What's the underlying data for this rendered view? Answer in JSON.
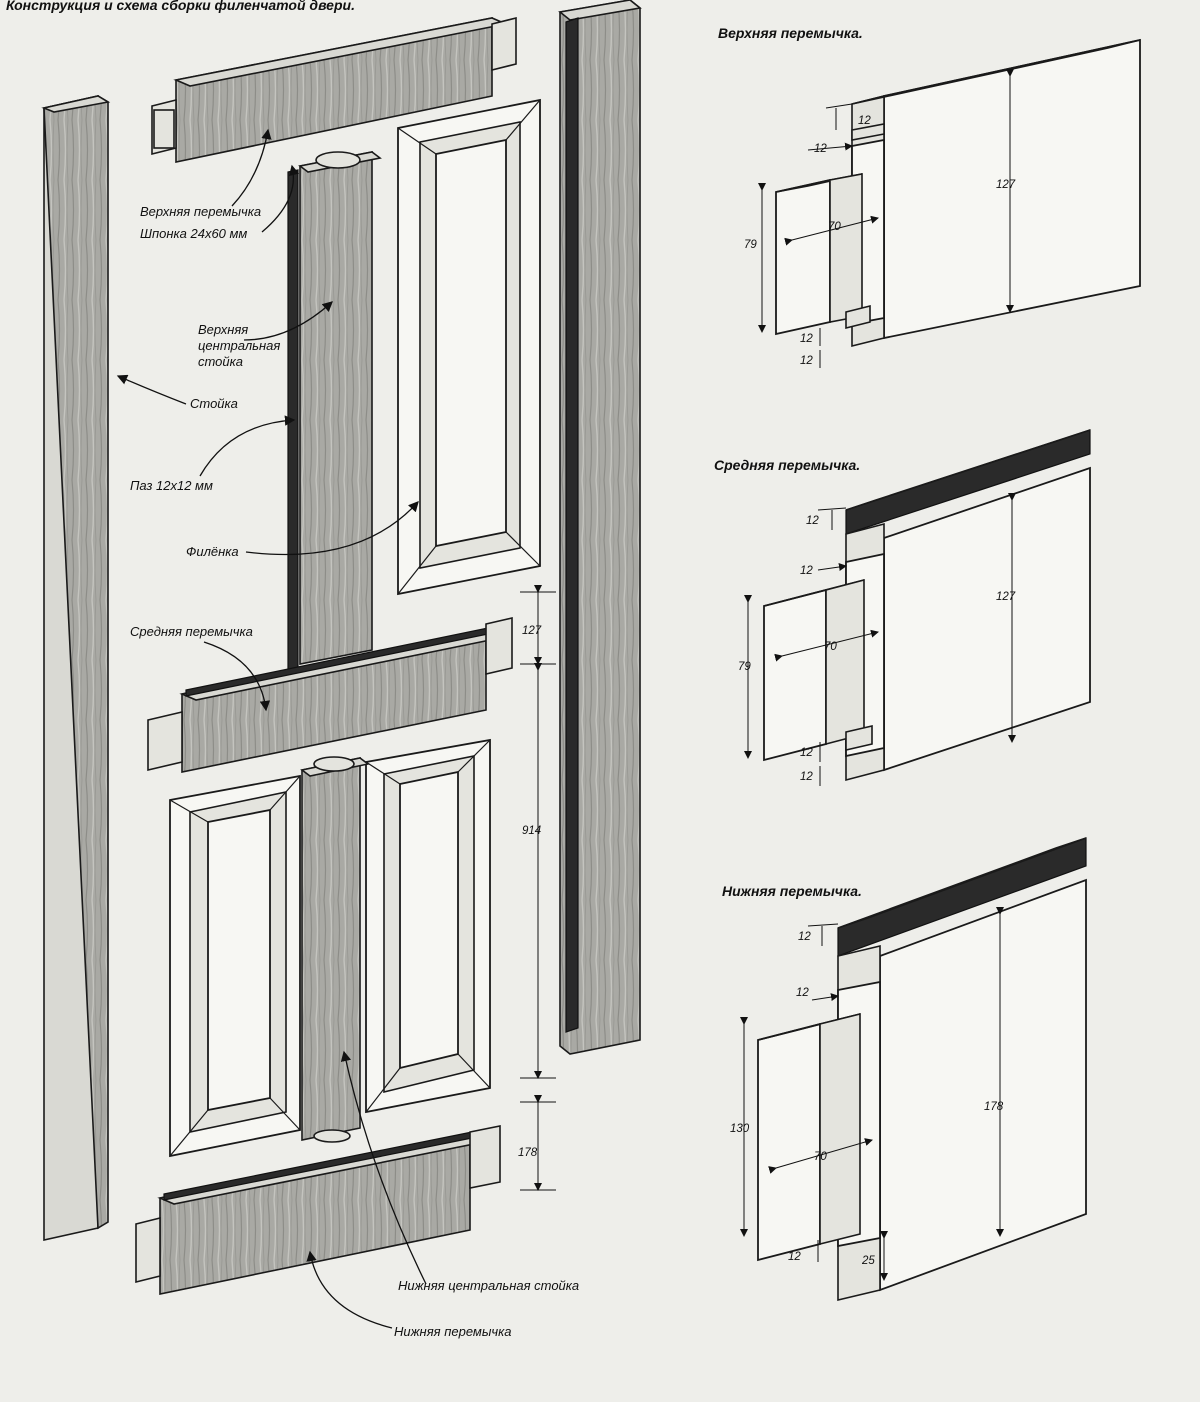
{
  "header": {
    "main_title": "Конструкция и схема сборки филенчатой двери."
  },
  "labels": {
    "top_rail": "Верхняя перемычка",
    "dowel": "Шпонка 24х60 мм",
    "upper_mullion_1": "Верхняя",
    "upper_mullion_2": "центральная",
    "upper_mullion_3": "стойка",
    "stile": "Стойка",
    "groove": "Паз 12х12 мм",
    "panel": "Филёнка",
    "middle_rail": "Средняя перемычка",
    "lower_mullion": "Нижняя центральная стойка",
    "bottom_rail": "Нижняя перемычка"
  },
  "door_dims": {
    "d127": "127",
    "d914": "914",
    "d178": "178"
  },
  "details": {
    "top": {
      "title": "Верхняя перемычка.",
      "d12_a": "12",
      "d12_b": "12",
      "d127": "127",
      "d70": "70",
      "d79": "79",
      "d12_c": "12",
      "d12_d": "12"
    },
    "middle": {
      "title": "Средняя перемычка.",
      "d12_a": "12",
      "d12_b": "12",
      "d127": "127",
      "d70": "70",
      "d79": "79",
      "d12_c": "12",
      "d12_d": "12"
    },
    "bottom": {
      "title": "Нижняя перемычка.",
      "d12_a": "12",
      "d12_b": "12",
      "d178": "178",
      "d70": "70",
      "d130": "130",
      "d12_c": "12",
      "d25": "25"
    }
  }
}
